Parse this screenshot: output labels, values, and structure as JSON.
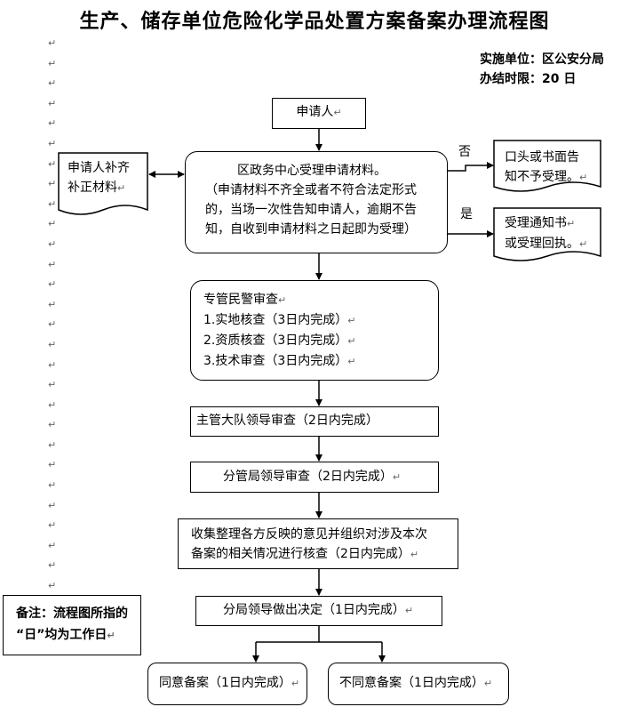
{
  "title": "生产、储存单位危险化学品处置方案备案办理流程图",
  "meta": {
    "unit": "实施单位：区公安分局",
    "time_limit": "办结时限：20 日"
  },
  "paragraph_mark": "↵",
  "nodes": {
    "applicant": "申请人",
    "supplement": [
      "申请人补齐",
      "补正材料"
    ],
    "accept": [
      "区政务中心受理申请材料。",
      "（申请材料不齐全或者不符合法定形式",
      "的，当场一次性告知申请人，逾期不告",
      "知，自收到申请材料之日起即为受理）"
    ],
    "reject_label": "否",
    "reject_notice": [
      "口头或书面告",
      "知不予受理。"
    ],
    "accept_label": "是",
    "accept_notice": [
      "受理通知书",
      "或受理回执。"
    ],
    "review": [
      "专管民警审查",
      "1.实地核查（3日内完成）",
      "2.资质核查（3日内完成）",
      "3.技术审查（3日内完成）"
    ],
    "brigade": "主管大队领导审查（2日内完成）",
    "sub_bureau": "分管局领导审查（2日内完成）",
    "collect": [
      "收集整理各方反映的意见并组织对涉及本次",
      "备案的相关情况进行核查（2日内完成）"
    ],
    "decision": "分局领导做出决定（1日内完成）",
    "agree": "同意备案（1日内完成）",
    "disagree": "不同意备案（1日内完成）"
  },
  "note": {
    "label": "备注：",
    "line1": "流程图所指的",
    "line2": "“日”均为工作日"
  }
}
